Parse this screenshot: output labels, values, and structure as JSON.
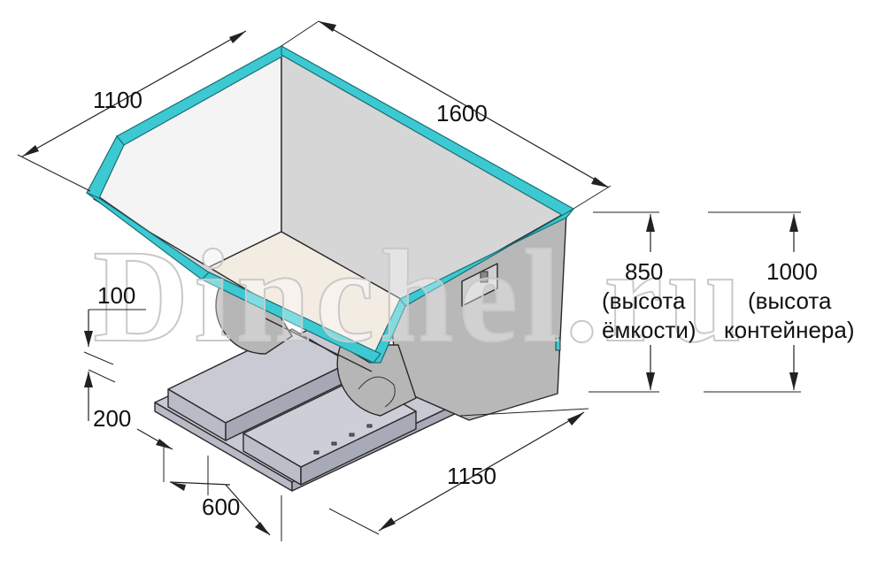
{
  "dimensions": {
    "width": "1100",
    "length": "1600",
    "bin_height": {
      "value": "850",
      "line1": "(высота",
      "line2": "ёмкости)"
    },
    "container_height": {
      "value": "1000",
      "line1": "(высота",
      "line2": "контейнера)"
    },
    "gap": "100",
    "base_height": "200",
    "base_width": "600",
    "base_length": "1150"
  },
  "watermark": "Dinchel.ru",
  "colors": {
    "rim": "#3cc9d2",
    "panel_light": "#f4f4f4",
    "panel_mid": "#d6d6d6",
    "panel_dark": "#b8b8b8",
    "floor": "#f3ece3",
    "frame": "#c8c9d3"
  }
}
